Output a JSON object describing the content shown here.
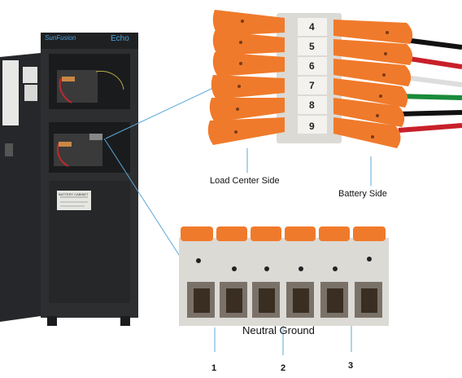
{
  "cabinet": {
    "brand_logo": "SunFusion",
    "model": "Echo",
    "warning_label": "BATTERY CABINET"
  },
  "connector_top": {
    "slot_numbers": [
      "4",
      "5",
      "6",
      "7",
      "8",
      "9"
    ],
    "left_label": "Load Center Side",
    "right_label": "Battery Side"
  },
  "connector_bottom": {
    "caption": "Neutral Ground",
    "terminal_numbers": [
      "1",
      "2",
      "3"
    ]
  },
  "colors": {
    "orange_lever": "#f07a2b",
    "connector_body": "#dcdad5",
    "cabinet": "#2b2c2e",
    "leader_line": "#5ba8d6"
  }
}
